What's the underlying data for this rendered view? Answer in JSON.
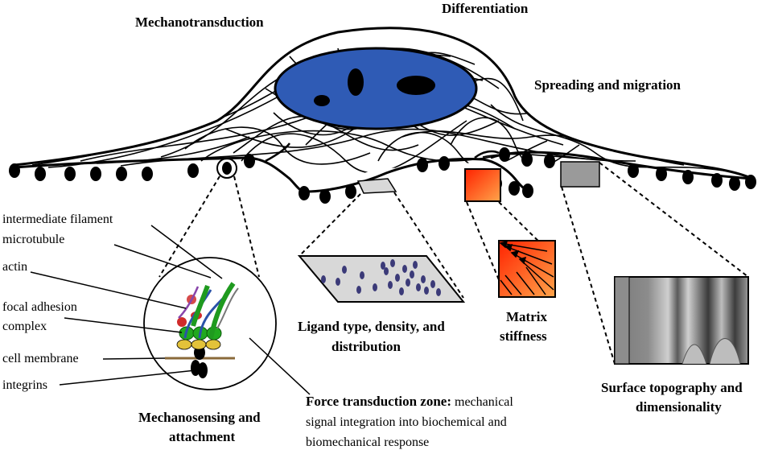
{
  "colors": {
    "nucleus": "#2f5bb5",
    "stiffness_gradient_start": "#ff2a00",
    "stiffness_gradient_end": "#ff9a40",
    "ligand_dot": "#3b3a78",
    "substrate_gray": "#d8d8d8"
  },
  "titles": {
    "mechanotransduction": "Mechanotransduction",
    "differentiation": "Differentiation",
    "spreading": "Spreading and migration"
  },
  "components": {
    "intermediate_filament": "intermediate filament",
    "microtubule": "microtubule",
    "actin": "actin",
    "focal_adhesion_1": "focal adhesion",
    "focal_adhesion_2": "complex",
    "cell_membrane": "cell membrane",
    "integrins": "integrins"
  },
  "captions": {
    "mechanosensing_1": "Mechanosensing and",
    "mechanosensing_2": "attachment",
    "ligand_1": "Ligand type, density, and",
    "ligand_2": "distribution",
    "matrix_1": "Matrix",
    "matrix_2": "stiffness",
    "surface_1": "Surface topography and",
    "surface_2": "dimensionality",
    "force_bold": "Force transduction zone:",
    "force_1": " mechanical",
    "force_2": "signal integration into biochemical and",
    "force_3": "biomechanical response"
  }
}
